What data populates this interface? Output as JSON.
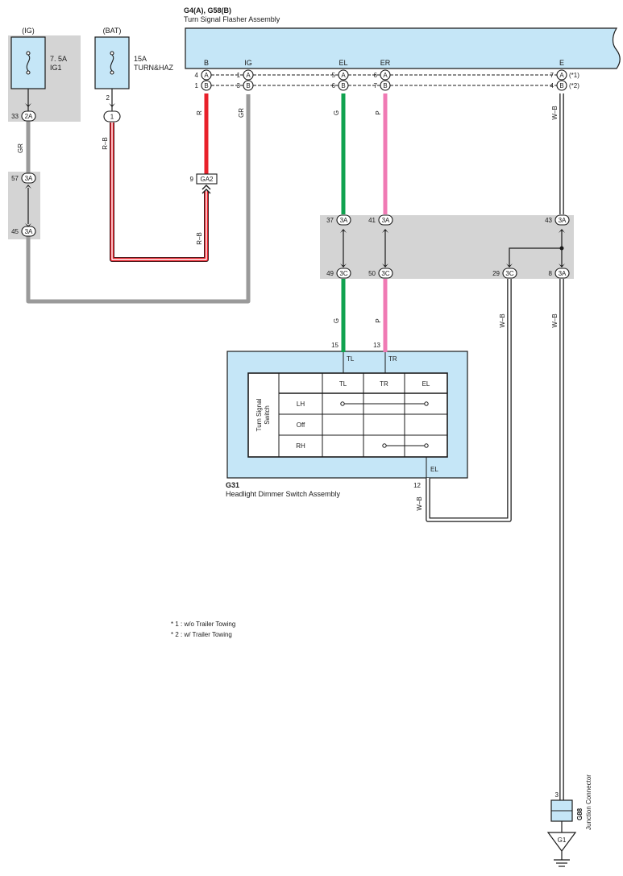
{
  "colors": {
    "component_fill": "#c5e6f7",
    "splice_gray": "#d4d4d4",
    "wire_red": "#e8202a",
    "wire_green": "#10a24f",
    "wire_pink": "#f07ab4",
    "wire_gray": "#9a9a9a",
    "wire_black": "#1a1a1a",
    "text": "#1a1a1a"
  },
  "fuse_ig": {
    "supply": "(IG)",
    "rating": "7. 5A",
    "name": "IG1",
    "pin": "33",
    "connector": "2A"
  },
  "fuse_bat": {
    "supply": "(BAT)",
    "rating": "15A",
    "name": "TURN&HAZ",
    "pin": "2",
    "connector": "1"
  },
  "flasher": {
    "code": "G4(A), G58(B)",
    "name": "Turn Signal Flasher Assembly",
    "terminals": [
      "B",
      "IG",
      "EL",
      "ER",
      "E"
    ],
    "pins_a": [
      {
        "num": "4",
        "conn": "A"
      },
      {
        "num": "1",
        "conn": "A"
      },
      {
        "num": "5",
        "conn": "A"
      },
      {
        "num": "6",
        "conn": "A"
      },
      {
        "num": "7",
        "conn": "A",
        "note": "(*1)"
      }
    ],
    "pins_b": [
      {
        "num": "1",
        "conn": "B"
      },
      {
        "num": "3",
        "conn": "B"
      },
      {
        "num": "6",
        "conn": "B"
      },
      {
        "num": "7",
        "conn": "B"
      },
      {
        "num": "4",
        "conn": "B",
        "note": "(*2)"
      }
    ]
  },
  "wire_labels": {
    "gr_left": "GR",
    "gr_flasher": "GR",
    "rb_bat": "R–B",
    "rb_lower": "R–B",
    "r": "R",
    "g_upper": "G",
    "p_upper": "P",
    "wb_upper": "W–B",
    "g_lower": "G",
    "p_lower": "P",
    "wb_3c": "W–B",
    "wb_8": "W–B",
    "wb_el": "W–B"
  },
  "connectors": {
    "ga2": {
      "pin": "9",
      "label": "GA2"
    },
    "j57": {
      "pin": "57",
      "label": "3A"
    },
    "j45": {
      "pin": "45",
      "label": "3A"
    },
    "j37": {
      "pin": "37",
      "label": "3A"
    },
    "j41": {
      "pin": "41",
      "label": "3A"
    },
    "j43": {
      "pin": "43",
      "label": "3A"
    },
    "j49": {
      "pin": "49",
      "label": "3C"
    },
    "j50": {
      "pin": "50",
      "label": "3C"
    },
    "j29": {
      "pin": "29",
      "label": "3C"
    },
    "j8": {
      "pin": "8",
      "label": "3A"
    }
  },
  "switch": {
    "code": "G31",
    "name": "Headlight Dimmer Switch Assembly",
    "pin_tl": "15",
    "pin_tr": "13",
    "pin_el": "12",
    "term_tl": "TL",
    "term_tr": "TR",
    "term_el": "EL",
    "table_title_line1": "Turn Signal",
    "table_title_line2": "Switch",
    "columns": [
      "TL",
      "TR",
      "EL"
    ],
    "rows": [
      "LH",
      "Off",
      "RH"
    ]
  },
  "notes": [
    "* 1 : w/o Trailer Towing",
    "* 2 : w/ Trailer Towing"
  ],
  "junction": {
    "code": "G88",
    "name": "Junction Connector",
    "pin": "3"
  },
  "ground": {
    "label": "G1"
  }
}
